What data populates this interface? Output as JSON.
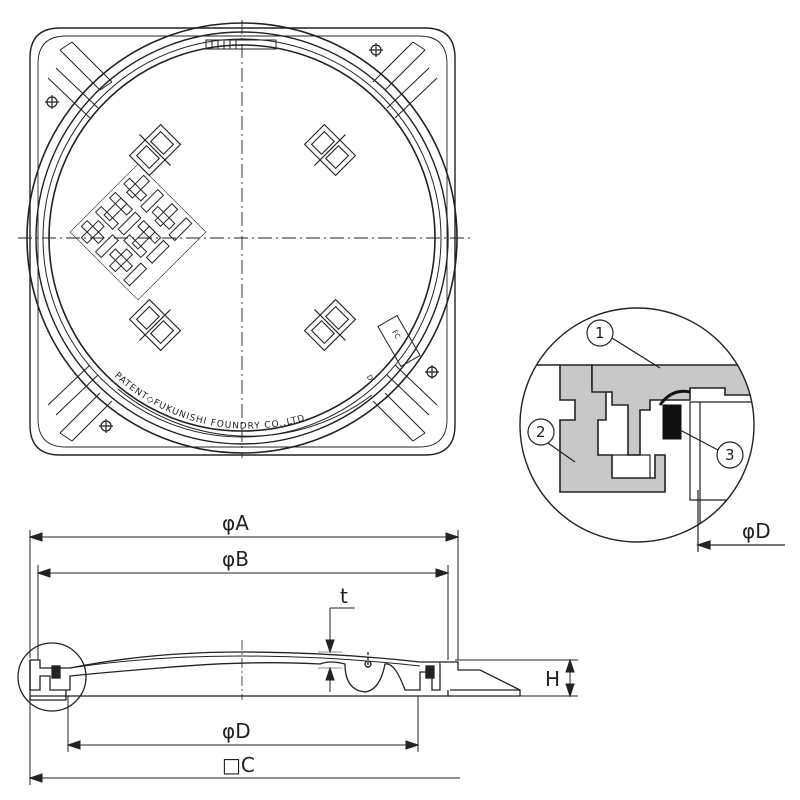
{
  "plan_view": {
    "rim_text": "PATENT◇FUKUNISHI FOUNDRY CO.,LTD.",
    "tag_upper": "FC",
    "tag_lower": "D"
  },
  "detail_view": {
    "callout_1": "1",
    "callout_2": "2",
    "callout_3": "3",
    "dim_label": "φD"
  },
  "section_view": {
    "dim_A": "φA",
    "dim_B": "φB",
    "dim_t": "t",
    "dim_H": "H",
    "dim_D": "φD",
    "dim_C": "□C"
  },
  "colors": {
    "line": "#222222",
    "fill_section": "#c8c8c8",
    "fill_gasket": "#111111"
  }
}
